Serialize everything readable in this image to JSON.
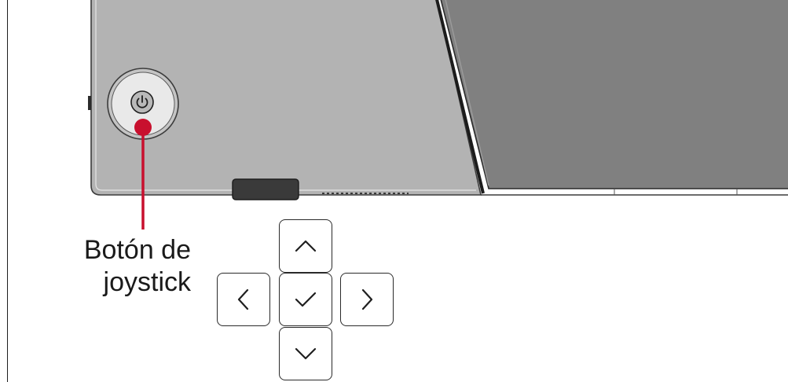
{
  "callout": {
    "line1": "Botón de",
    "line2": "joystick",
    "accent_color": "#c8102e"
  },
  "device": {
    "left_panel_color": "#b3b3b3",
    "screen_color": "#808080",
    "power_icon": "power-icon"
  },
  "joystick_keys": [
    {
      "name": "up",
      "icon": "chevron-up-icon"
    },
    {
      "name": "left",
      "icon": "chevron-left-icon"
    },
    {
      "name": "confirm",
      "icon": "check-icon"
    },
    {
      "name": "right",
      "icon": "chevron-right-icon"
    },
    {
      "name": "down",
      "icon": "chevron-down-icon"
    }
  ]
}
